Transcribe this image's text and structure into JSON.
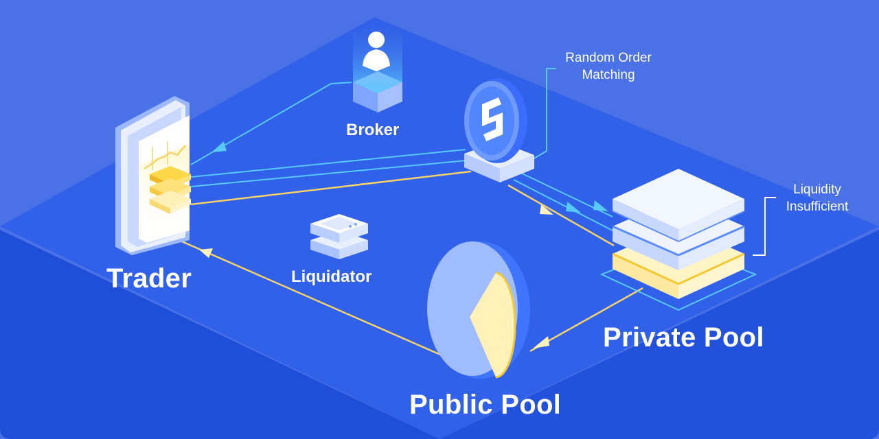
{
  "labels": {
    "trader": "Trader",
    "broker": "Broker",
    "liquidator": "Liquidator",
    "private_pool": "Private Pool",
    "public_pool": "Public Pool",
    "random_order_line1": "Random Order",
    "random_order_line2": "Matching",
    "liquidity_line1": "Liquidity",
    "liquidity_line2": "Insufficient"
  },
  "colors": {
    "background": "#4a72e6",
    "floor": "#2f5fe6",
    "floor_front": "#1e4ed8",
    "blue_line": "#55c8ff",
    "yellow_line": "#f5d36a",
    "cube_light": "#dbe6ff",
    "yellow_block": "#fff1b8"
  }
}
